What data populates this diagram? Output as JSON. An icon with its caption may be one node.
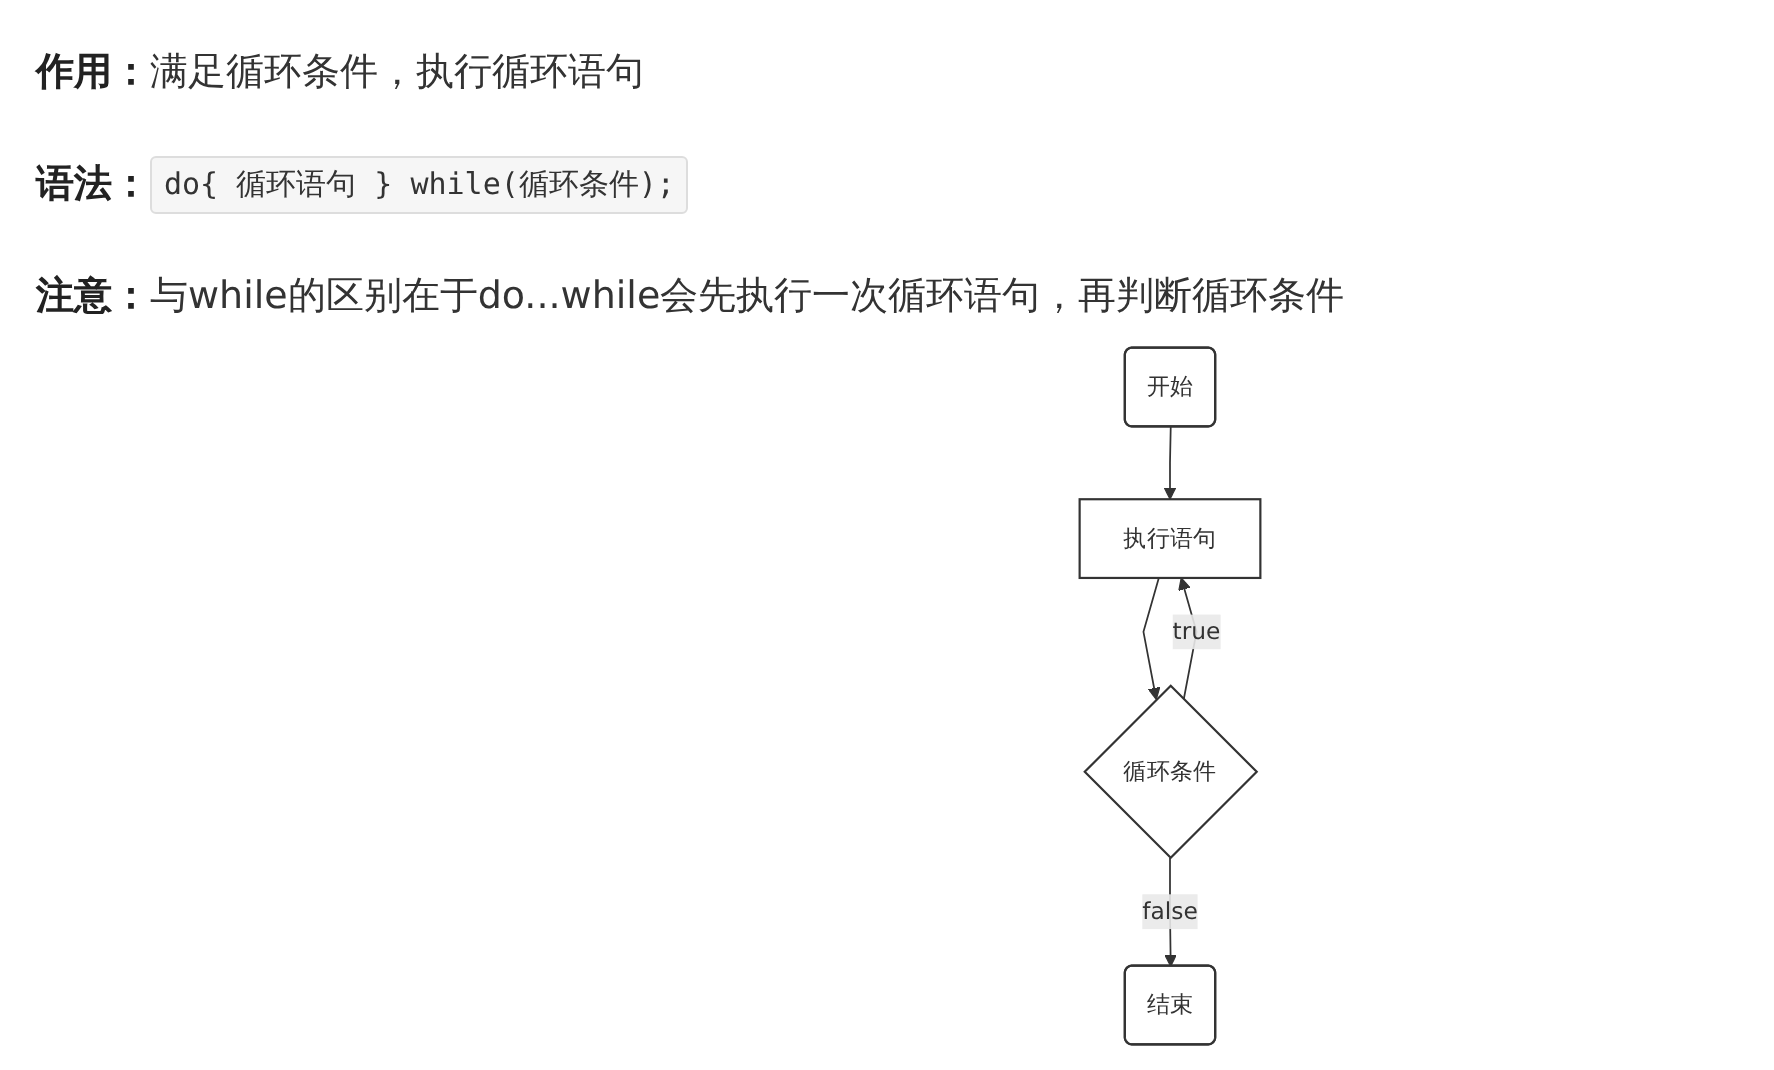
{
  "diagram": {
    "nodes": [
      {
        "text": [
          "开始"
        ]
      },
      {
        "text": [
          "执行语句"
        ]
      },
      {
        "text": [
          "循环条件"
        ]
      },
      {
        "text": [
          "结束"
        ]
      }
    ],
    "edges": [
      {
        "from": 0,
        "to": 1,
        "arrow": "to"
      },
      {
        "from": 1,
        "to": 2,
        "arrow": "to"
      },
      {
        "from": 2,
        "to": 1,
        "arrow": "to",
        "label": "true"
      },
      {
        "from": 2,
        "to": 3,
        "arrow": "to",
        "label": "false"
      }
    ],
    "labels": [
      "作用：",
      "满足循环条件，执行循环语句",
      "语法：",
      "do{ 循环语句 } while(循环条件);",
      "注意：",
      "与while的区别在于do...while会先执行一次循环语句，再判断循环条件"
    ]
  }
}
